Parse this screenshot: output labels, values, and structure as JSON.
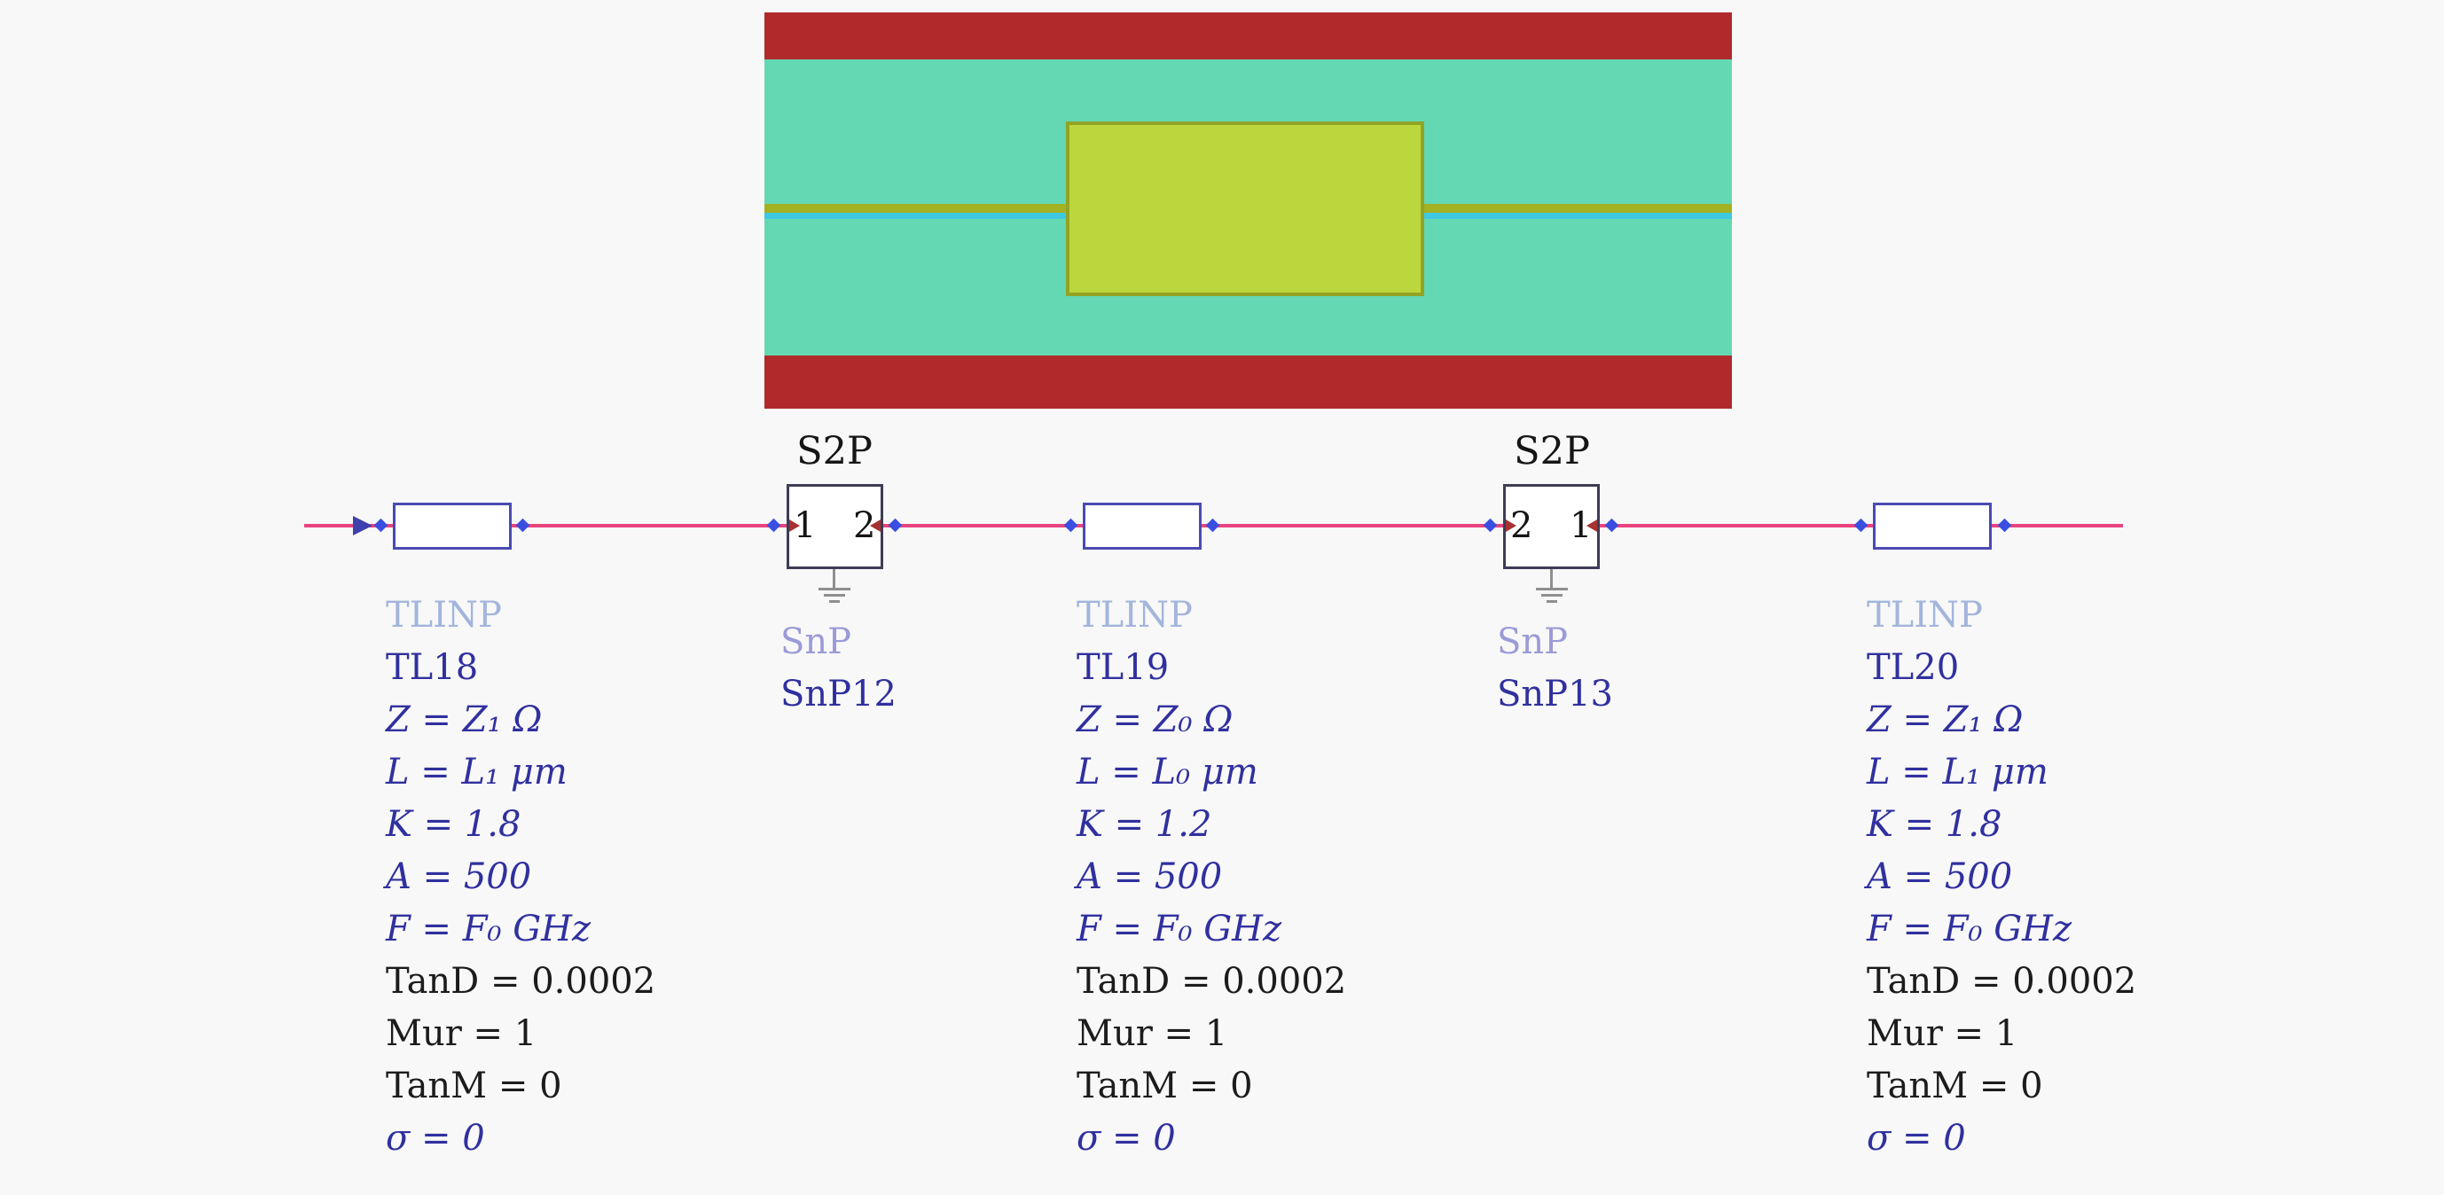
{
  "layout_preview": {
    "colors": {
      "ground_plane": "#b02a2b",
      "substrate": "#63d8b3",
      "trace": "#a3b122",
      "trace_edge": "#3fc8e2",
      "patch_fill": "#bcd73d",
      "patch_border": "#93a324"
    }
  },
  "schematic": {
    "wire_color": "#e8437f",
    "component_color": "#4a4ab2",
    "pin_color": "#3a4fe0",
    "tl18": {
      "type": "TLINP",
      "name": "TL18",
      "params": [
        "Z = Z₁ Ω",
        "L = L₁ μm",
        "K = 1.8",
        "A = 500",
        "F = F₀ GHz",
        "TanD = 0.0002",
        "Mur = 1",
        "TanM = 0",
        "σ = 0"
      ]
    },
    "tl19": {
      "type": "TLINP",
      "name": "TL19",
      "params": [
        "Z = Z₀ Ω",
        "L = L₀ μm",
        "K = 1.2",
        "A = 500",
        "F = F₀ GHz",
        "TanD = 0.0002",
        "Mur = 1",
        "TanM = 0",
        "σ = 0"
      ]
    },
    "tl20": {
      "type": "TLINP",
      "name": "TL20",
      "params": [
        "Z = Z₁ Ω",
        "L = L₁ μm",
        "K = 1.8",
        "A = 500",
        "F = F₀ GHz",
        "TanD = 0.0002",
        "Mur = 1",
        "TanM = 0",
        "σ = 0"
      ]
    },
    "s2p_left": {
      "title": "S2P",
      "port_left": "1",
      "port_right": "2",
      "type": "SnP",
      "name": "SnP12"
    },
    "s2p_right": {
      "title": "S2P",
      "port_left": "2",
      "port_right": "1",
      "type": "SnP",
      "name": "SnP13"
    }
  }
}
